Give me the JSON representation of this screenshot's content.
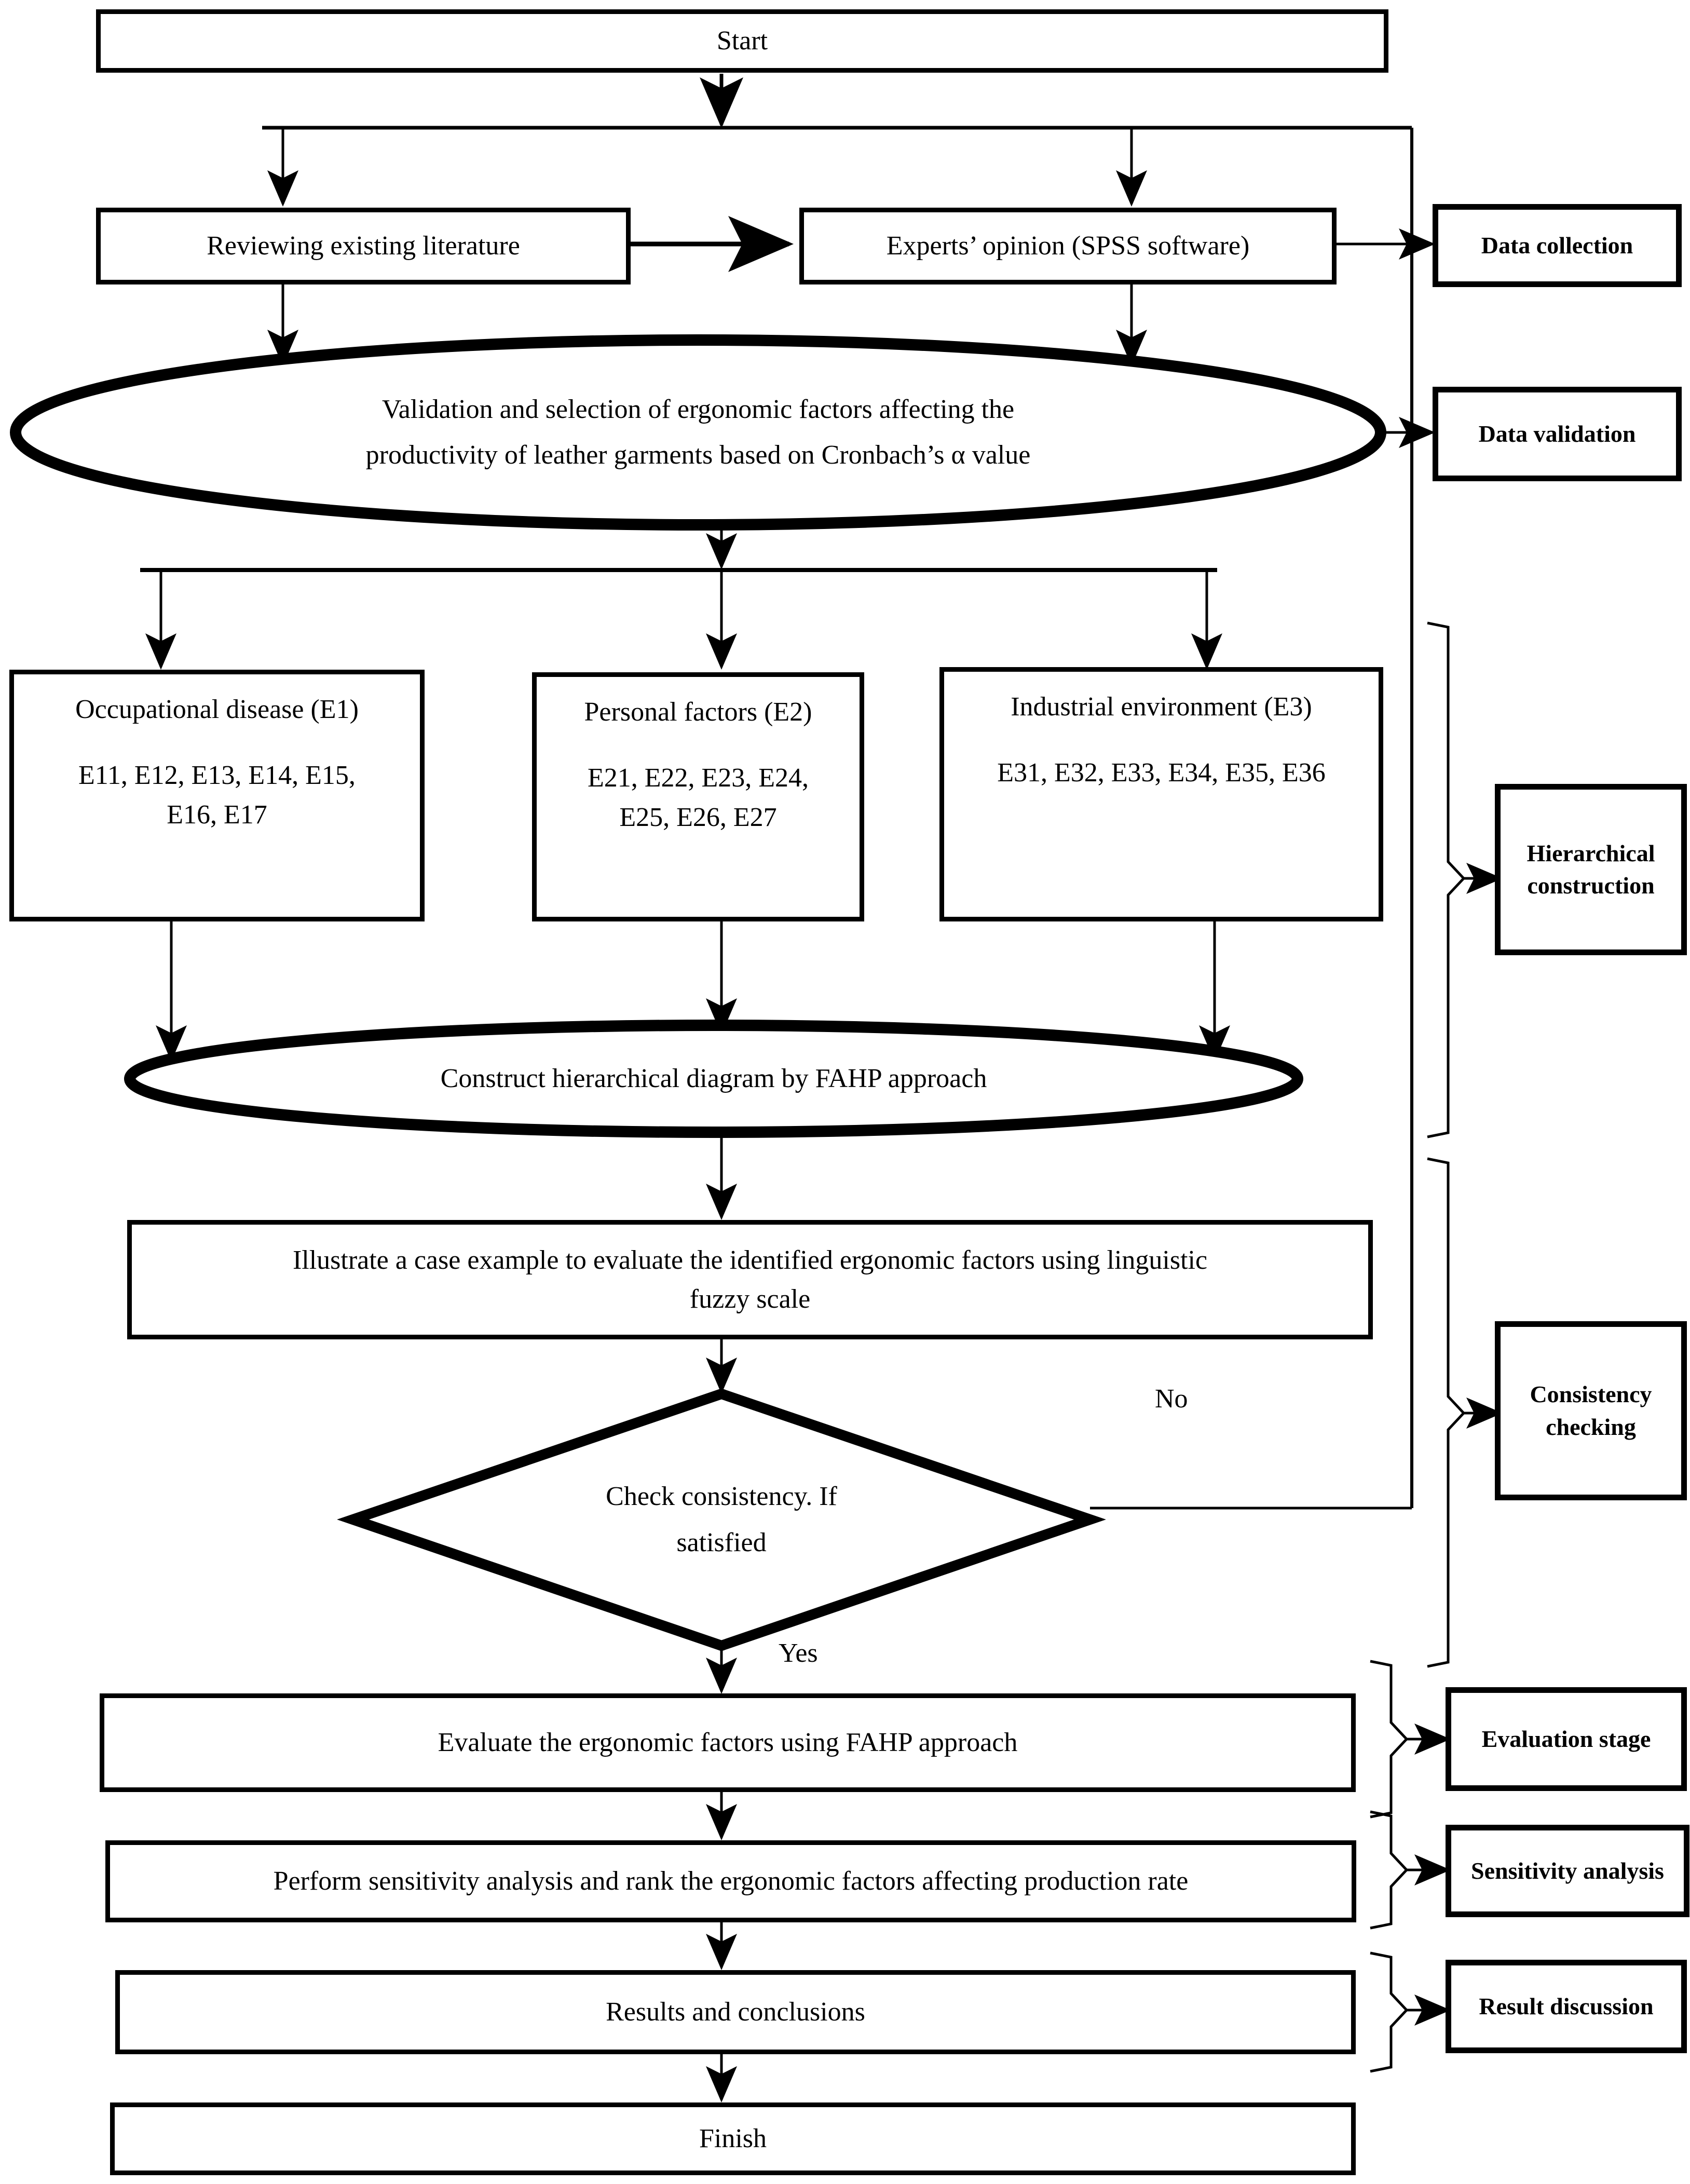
{
  "diagram": {
    "title": "Research methodology flowchart for ergonomic factor evaluation using FAHP",
    "type": "flowchart"
  },
  "nodes": {
    "start": "Start",
    "review_literature": "Reviewing existing literature",
    "experts_opinion": "Experts’ opinion (SPSS software)",
    "validation_ellipse": "Validation and selection of ergonomic factors affecting the productivity of leather garments based on Cronbach’s α value",
    "validation_line1": "Validation and selection of ergonomic factors affecting the",
    "validation_line2": "productivity of leather garments based on Cronbach’s α value",
    "category_1_title": "Occupational disease (E1)",
    "category_1_codes_line1": "E11, E12, E13, E14, E15,",
    "category_1_codes_line2": "E16, E17",
    "category_2_title": "Personal factors (E2)",
    "category_2_codes_line1": "E21, E22, E23, E24,",
    "category_2_codes_line2": "E25, E26, E27",
    "category_3_title": "Industrial environment (E3)",
    "category_3_codes_line1": "E31, E32, E33, E34, E35, E36",
    "construct_hierarchy": "Construct hierarchical diagram by FAHP approach",
    "case_example_line1": "Illustrate a case example to evaluate the identified ergonomic factors using linguistic",
    "case_example_line2": "fuzzy scale",
    "decision_line1": "Check consistency. If",
    "decision_line2": "satisfied",
    "evaluate_factors": "Evaluate the ergonomic factors using FAHP approach",
    "sensitivity_rank": "Perform sensitivity analysis and rank the ergonomic factors affecting production rate",
    "results_conclusions": "Results and conclusions",
    "finish": "Finish"
  },
  "edge_labels": {
    "no": "No",
    "yes": "Yes"
  },
  "stage_labels": {
    "data_collection": "Data collection",
    "data_validation": "Data validation",
    "hierarchical_construction_line1": "Hierarchical",
    "hierarchical_construction_line2": "construction",
    "consistency_checking_line1": "Consistency",
    "consistency_checking_line2": "checking",
    "evaluation_stage": "Evaluation stage",
    "sensitivity_analysis": "Sensitivity analysis",
    "result_discussion": "Result discussion"
  },
  "colors": {
    "stroke": "#000000",
    "fill": "#ffffff",
    "text": "#000000"
  }
}
